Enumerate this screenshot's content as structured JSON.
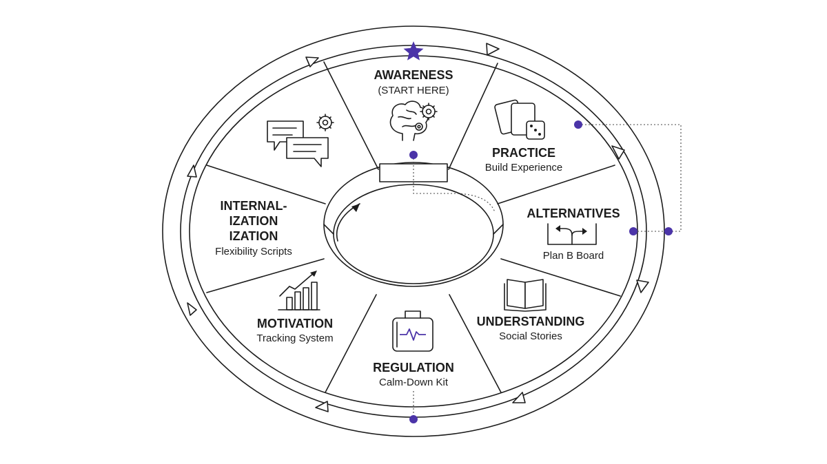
{
  "colors": {
    "line": "#1c1c1c",
    "accent": "#4b34a8",
    "background": "#ffffff"
  },
  "segments": [
    {
      "id": "awareness",
      "title": "AWARENESS",
      "subtitle": "(START HERE)",
      "icon": "brain-gears-icon"
    },
    {
      "id": "practice",
      "title": "PRACTICE",
      "subtitle": "Build Experience",
      "icon": "cards-dice-icon"
    },
    {
      "id": "alternatives",
      "title": "ALTERNATIVES",
      "subtitle": "Plan B Board",
      "icon": "branching-arrows-icon"
    },
    {
      "id": "understanding",
      "title": "UNDERSTANDING",
      "subtitle": "Social Stories",
      "icon": "open-book-icon"
    },
    {
      "id": "regulation",
      "title": "REGULATION",
      "subtitle": "Calm-Down Kit",
      "icon": "first-aid-kit-icon"
    },
    {
      "id": "motivation",
      "title": "MOTIVATION",
      "subtitle": "Tracking System",
      "icon": "growth-chart-icon"
    },
    {
      "id": "internalization",
      "title_lines": [
        "INTERNAL-",
        "IZATION",
        "IZATION"
      ],
      "subtitle": "Flexibility Scripts",
      "icon": "chat-gear-icon"
    }
  ],
  "start_marker": "star-icon"
}
